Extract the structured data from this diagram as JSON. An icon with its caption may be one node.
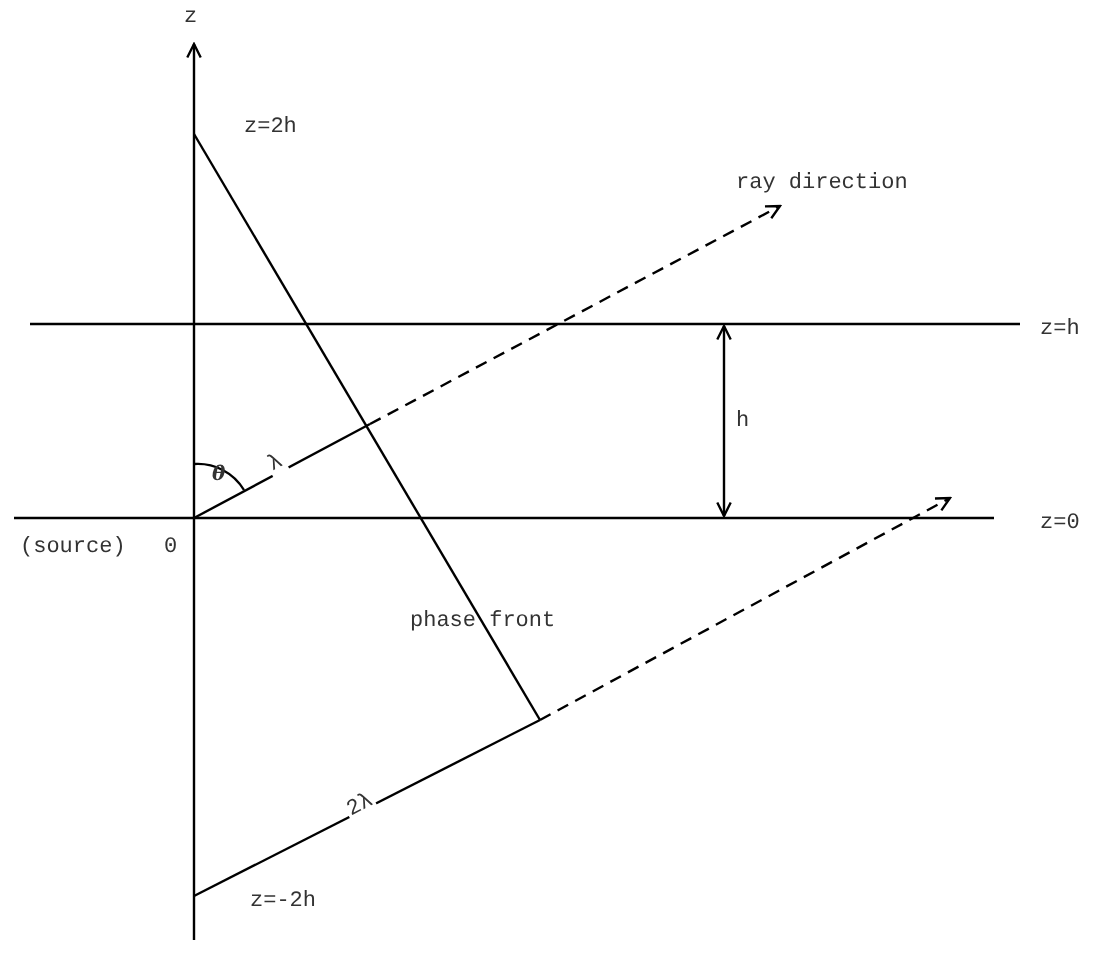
{
  "diagram": {
    "labels": [
      "z",
      "z=2h",
      "ray direction",
      "z=h",
      "h",
      "θ",
      "λ",
      "z=0",
      "(source)",
      "0",
      "phase front",
      "2λ",
      "z=-2h"
    ]
  }
}
